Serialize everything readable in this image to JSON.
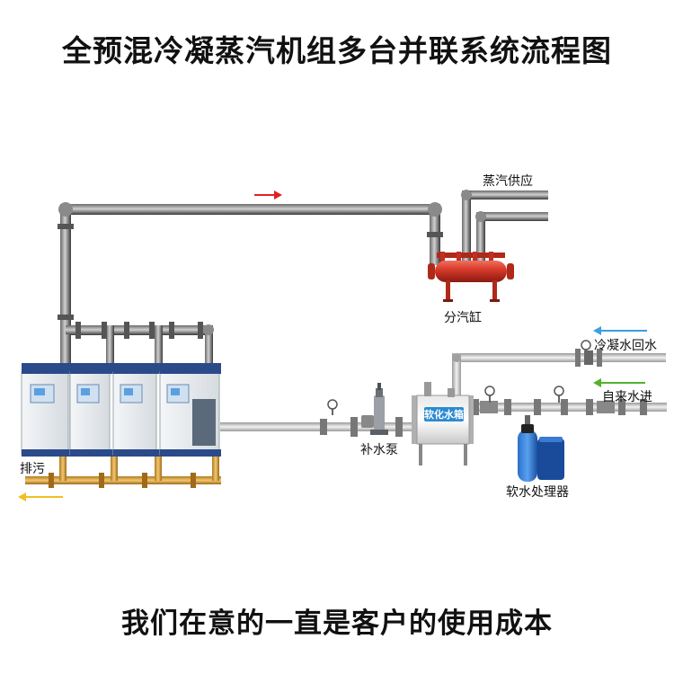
{
  "title": "全预混冷凝蒸汽机组多台并联系统流程图",
  "footer": "我们在意的一直是客户的使用成本",
  "labels": {
    "steam_supply": "蒸汽供应",
    "steam_header": "分汽缸",
    "condensate_return": "冷凝水回水",
    "tap_water_in": "自来水进",
    "softened_tank": "软化水箱",
    "feed_pump": "补水泵",
    "softener": "软水处理器",
    "blowdown": "排污"
  },
  "colors": {
    "steam_arrow": "#e02020",
    "condensate_arrow": "#3aa0e0",
    "tap_water_arrow": "#55b030",
    "blowdown_arrow": "#f0c020",
    "header_red": "#d83a2a",
    "pipe_dark": "#3a3a3a",
    "pipe_light": "#b8b8b8",
    "drain_pipe": "#d4a040",
    "boiler_trim": "#2a4a8a"
  }
}
